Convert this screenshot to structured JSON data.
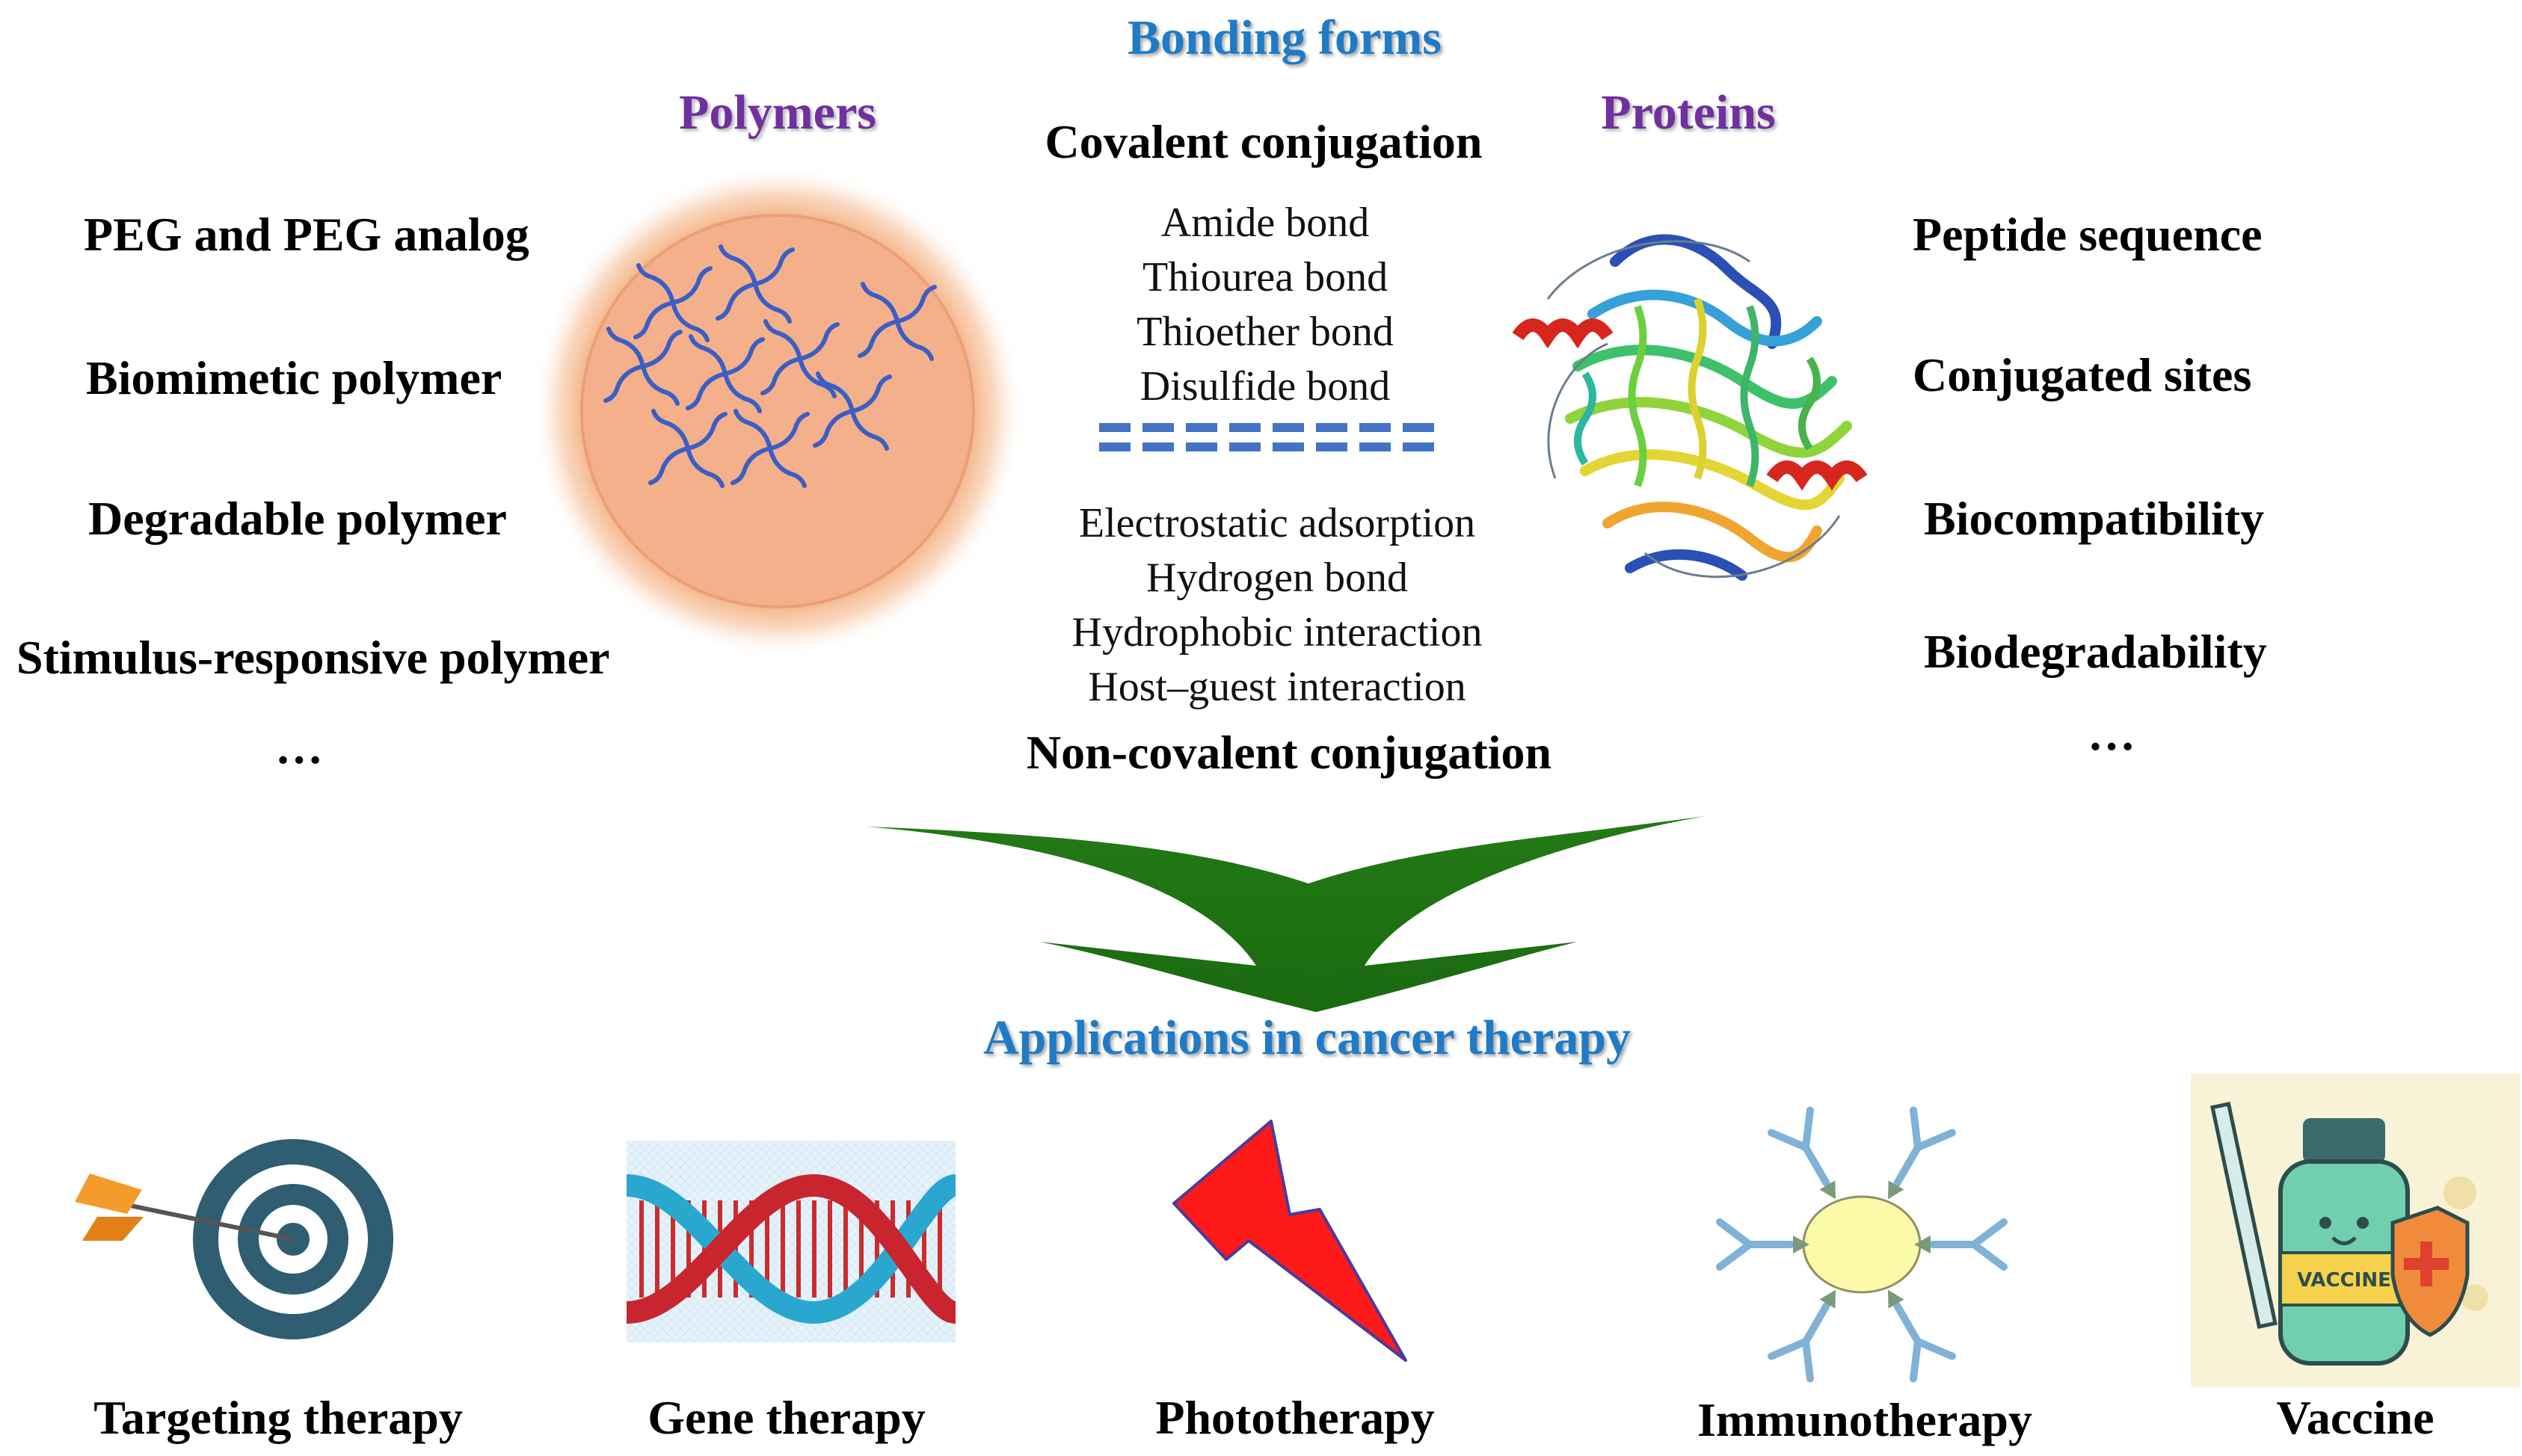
{
  "header": {
    "title": "Bonding forms"
  },
  "polymers": {
    "heading": "Polymers",
    "items": [
      "PEG and PEG analog",
      "Biomimetic polymer",
      "Degradable polymer",
      "Stimulus-responsive polymer",
      "…"
    ]
  },
  "proteins": {
    "heading": "Proteins",
    "items": [
      "Peptide sequence",
      "Conjugated sites",
      "Biocompatibility",
      "Biodegradability",
      "…"
    ]
  },
  "covalent": {
    "heading": "Covalent conjugation",
    "bonds": [
      "Amide bond",
      "Thiourea bond",
      "Thioether bond",
      "Disulfide bond"
    ]
  },
  "noncovalent": {
    "heading": "Non-covalent conjugation",
    "bonds": [
      "Electrostatic adsorption",
      "Hydrogen bond",
      "Hydrophobic interaction",
      "Host–guest interaction"
    ]
  },
  "applications": {
    "title": "Applications in cancer therapy",
    "items": [
      "Targeting therapy",
      "Gene therapy",
      "Phototherapy",
      "Immunotherapy",
      "Vaccine"
    ],
    "vaccine_label": "VACCINE"
  },
  "colors": {
    "heading_blue": "#1f7bc8",
    "heading_purple": "#7030a0",
    "arrow_green": "#1a7a0f",
    "divider_blue": "#4472c4",
    "polymer_sphere": "#f4b183"
  }
}
